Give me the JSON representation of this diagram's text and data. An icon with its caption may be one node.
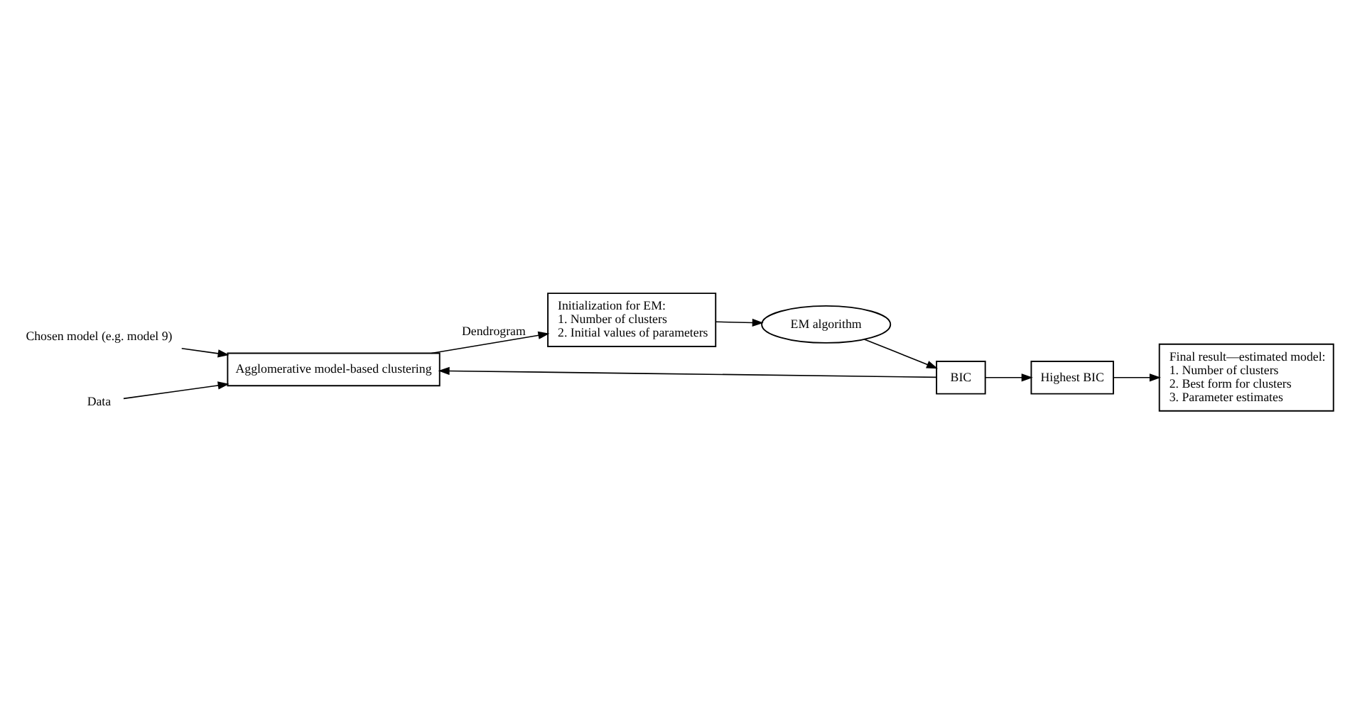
{
  "diagram": {
    "nodes": [
      {
        "text": [
          "Chosen model (e.g. model 9)"
        ]
      },
      {
        "text": [
          "Data"
        ]
      },
      {
        "text": [
          "Agglomerative model-based clustering"
        ]
      },
      {
        "text": [
          "Initialization for EM:",
          "1. Number of clusters",
          "2. Initial values of parameters"
        ]
      },
      {
        "text": [
          "EM algorithm"
        ]
      },
      {
        "text": [
          "BIC"
        ]
      },
      {
        "text": [
          "Highest BIC"
        ]
      },
      {
        "text": [
          "Final result—estimated model:",
          "1. Number of clusters",
          "2. Best form for clusters",
          "3. Parameter estimates"
        ]
      }
    ],
    "edges": [
      {
        "from": 0,
        "to": 2,
        "arrow": "to"
      },
      {
        "from": 1,
        "to": 2,
        "arrow": "to"
      },
      {
        "from": 2,
        "to": 3,
        "arrow": "to",
        "label": "Dendrogram"
      },
      {
        "from": 3,
        "to": 4,
        "arrow": "to"
      },
      {
        "from": 4,
        "to": 5,
        "arrow": "to"
      },
      {
        "from": 5,
        "to": 2,
        "arrow": "to"
      },
      {
        "from": 5,
        "to": 6,
        "arrow": "to"
      },
      {
        "from": 6,
        "to": 7,
        "arrow": "to"
      }
    ]
  }
}
